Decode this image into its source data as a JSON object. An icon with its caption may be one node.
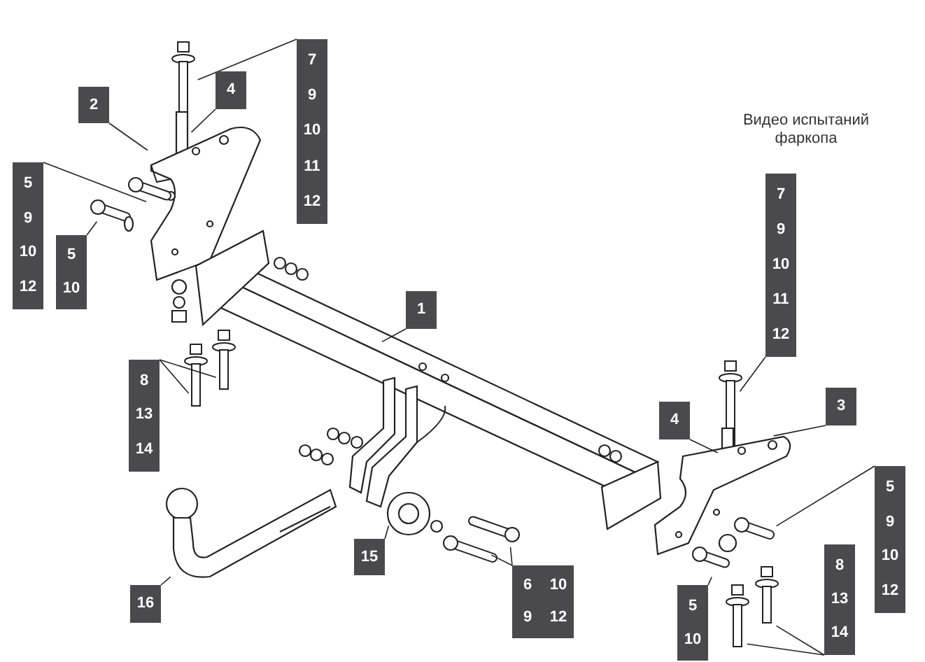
{
  "diagram": {
    "nodes": [
      {
        "text": [
          "7",
          "9",
          "10",
          "11",
          "12"
        ]
      },
      {
        "text": [
          "2"
        ]
      },
      {
        "text": [
          "4"
        ]
      },
      {
        "text": [
          "5",
          "9",
          "10",
          "12"
        ]
      },
      {
        "text": [
          "5",
          "10"
        ]
      },
      {
        "text": [
          "1"
        ]
      },
      {
        "text": [
          "7",
          "9",
          "10",
          "11",
          "12"
        ]
      },
      {
        "text": [
          "8",
          "13",
          "14"
        ]
      },
      {
        "text": [
          "15"
        ]
      },
      {
        "text": [
          "16"
        ]
      },
      {
        "text": [
          "3"
        ]
      },
      {
        "text": [
          "4"
        ]
      },
      {
        "text": [
          "6",
          "10",
          "9",
          "12"
        ]
      },
      {
        "text": [
          "5",
          "9",
          "10",
          "12"
        ]
      },
      {
        "text": [
          "5",
          "10"
        ]
      },
      {
        "text": [
          "8",
          "13",
          "14"
        ]
      }
    ],
    "edges": [
      {
        "from": 0,
        "to": null,
        "arrow": "none"
      },
      {
        "from": 1,
        "to": null,
        "arrow": "none"
      },
      {
        "from": 2,
        "to": null,
        "arrow": "none"
      },
      {
        "from": 3,
        "to": null,
        "arrow": "none"
      },
      {
        "from": 4,
        "to": null,
        "arrow": "none"
      },
      {
        "from": 5,
        "to": null,
        "arrow": "none"
      },
      {
        "from": 6,
        "to": null,
        "arrow": "none"
      },
      {
        "from": 7,
        "to": null,
        "arrow": "none"
      },
      {
        "from": 7,
        "to": null,
        "arrow": "none"
      },
      {
        "from": 8,
        "to": null,
        "arrow": "none"
      },
      {
        "from": 9,
        "to": null,
        "arrow": "none"
      },
      {
        "from": 10,
        "to": null,
        "arrow": "none"
      },
      {
        "from": 11,
        "to": null,
        "arrow": "none"
      },
      {
        "from": 12,
        "to": null,
        "arrow": "none"
      },
      {
        "from": 12,
        "to": null,
        "arrow": "none"
      },
      {
        "from": 13,
        "to": null,
        "arrow": "none"
      },
      {
        "from": 14,
        "to": null,
        "arrow": "none"
      },
      {
        "from": 15,
        "to": null,
        "arrow": "none"
      },
      {
        "from": 15,
        "to": null,
        "arrow": "none"
      }
    ],
    "labels": [
      "Видео испытаний фаркопа"
    ]
  }
}
